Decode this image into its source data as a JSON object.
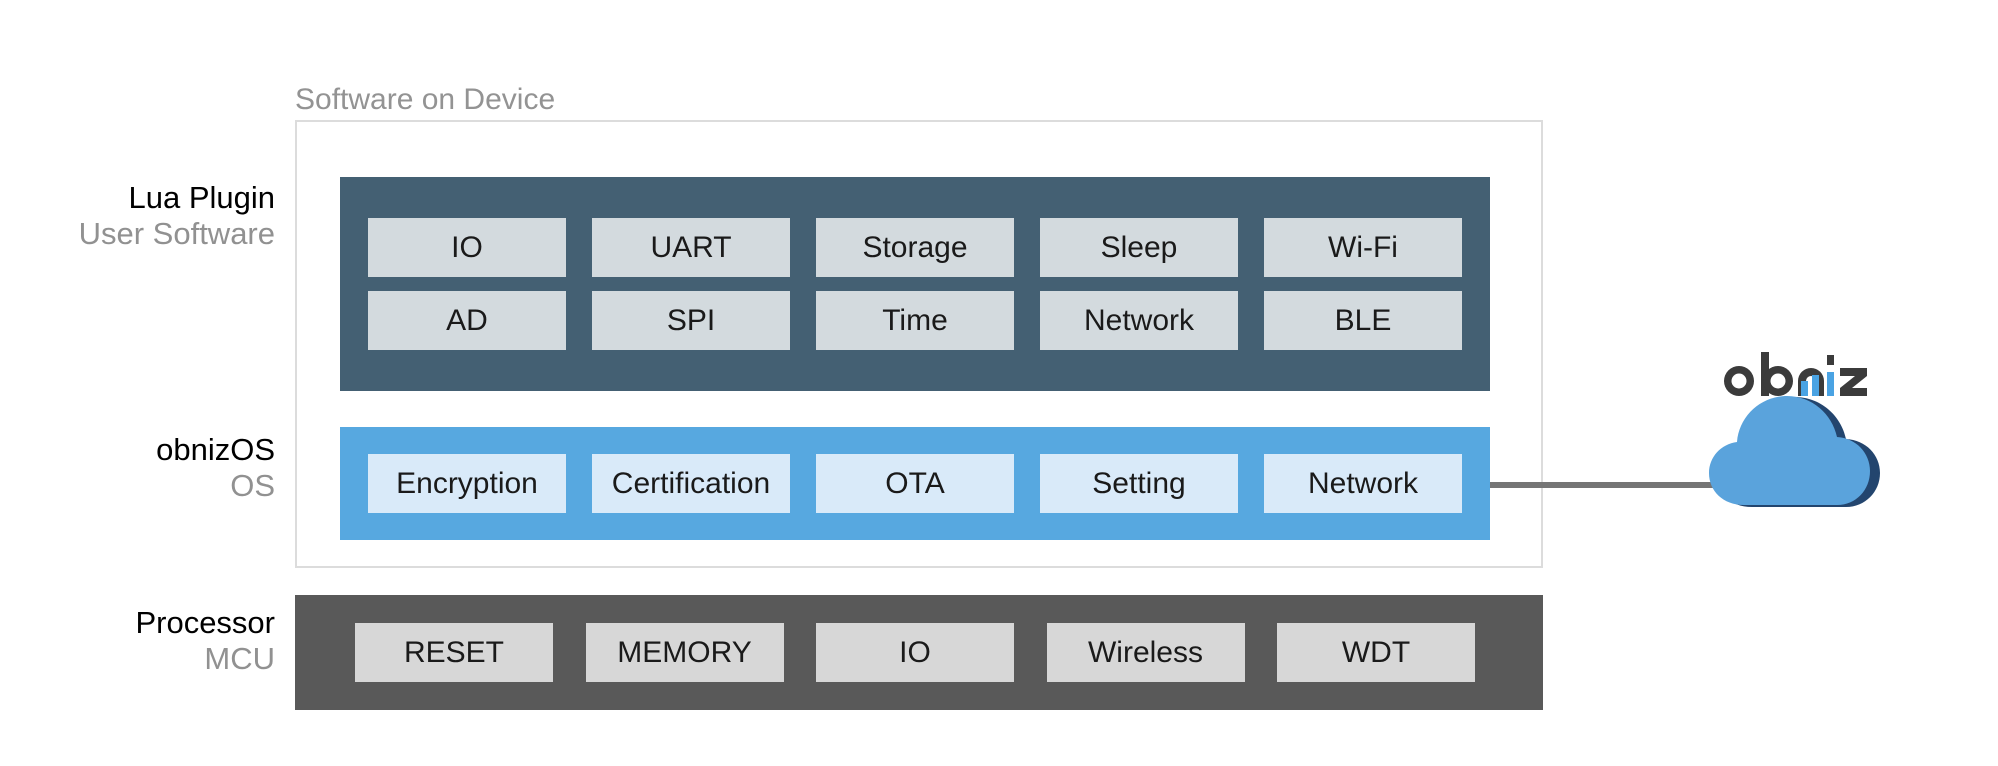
{
  "section": {
    "title": "Software on Device"
  },
  "layers": [
    {
      "name": "lua-plugin",
      "label_main": "Lua Plugin",
      "label_sub": "User Software",
      "band_color": "#446073",
      "chip_color": "#d3dade",
      "rows": [
        [
          "IO",
          "UART",
          "Storage",
          "Sleep",
          "Wi-Fi"
        ],
        [
          "AD",
          "SPI",
          "Time",
          "Network",
          "BLE"
        ]
      ]
    },
    {
      "name": "obnizos",
      "label_main": "obnizOS",
      "label_sub": "OS",
      "band_color": "#57a8e0",
      "chip_color": "#d9eaf9",
      "rows": [
        [
          "Encryption",
          "Certification",
          "OTA",
          "Setting",
          "Network"
        ]
      ]
    },
    {
      "name": "processor",
      "label_main": "Processor",
      "label_sub": "MCU",
      "band_color": "#595959",
      "chip_color": "#d7d7d7",
      "rows": [
        [
          "RESET",
          "MEMORY",
          "IO",
          "Wireless",
          "WDT"
        ]
      ]
    }
  ],
  "brand": {
    "logo_text": "obniz",
    "logo_dark_color": "#3b3b3b",
    "logo_accent_color": "#4aa3e3",
    "cloud_fill": "#5aa3dc",
    "cloud_shadow": "#23456e",
    "connector_color": "#757575"
  }
}
